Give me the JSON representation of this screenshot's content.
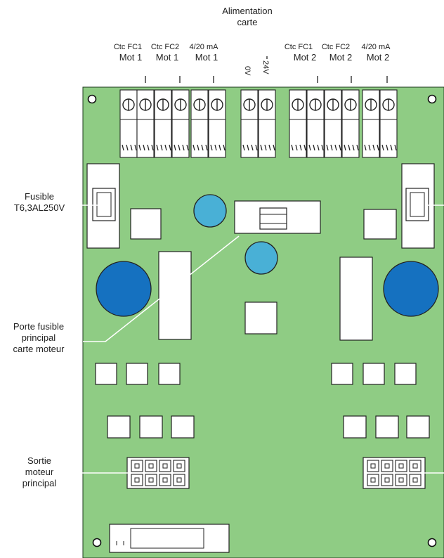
{
  "header": {
    "line1": "Alimentation",
    "line2": "carte"
  },
  "terminal_labels": {
    "mot1_fc1_top": "Ctc FC1",
    "mot1_fc1_bottom": "Mot 1",
    "mot1_fc2_top": "Ctc FC2",
    "mot1_fc2_bottom": "Mot 1",
    "mot1_ma_top": "4/20 mA",
    "mot1_ma_bottom": "Mot 1",
    "supply_0v": "0V",
    "supply_24v": "24V",
    "mot2_fc1_top": "Ctc FC1",
    "mot2_fc1_bottom": "Mot 2",
    "mot2_fc2_top": "Ctc FC2",
    "mot2_fc2_bottom": "Mot 2",
    "mot2_ma_top": "4/20 mA",
    "mot2_ma_bottom": "Mot 2"
  },
  "callouts": {
    "fuse_line1": "Fusible",
    "fuse_line2": "T6,3AL250V",
    "holder_line1": "Porte fusible",
    "holder_line2": "principal",
    "holder_line3": "carte moteur",
    "output_line1": "Sortie",
    "output_line2": "moteur",
    "output_line3": "principal"
  },
  "colors": {
    "board": "#8fcc84",
    "component_light": "#49b0d6",
    "component_dark": "#1571c0",
    "outline": "#111111"
  }
}
